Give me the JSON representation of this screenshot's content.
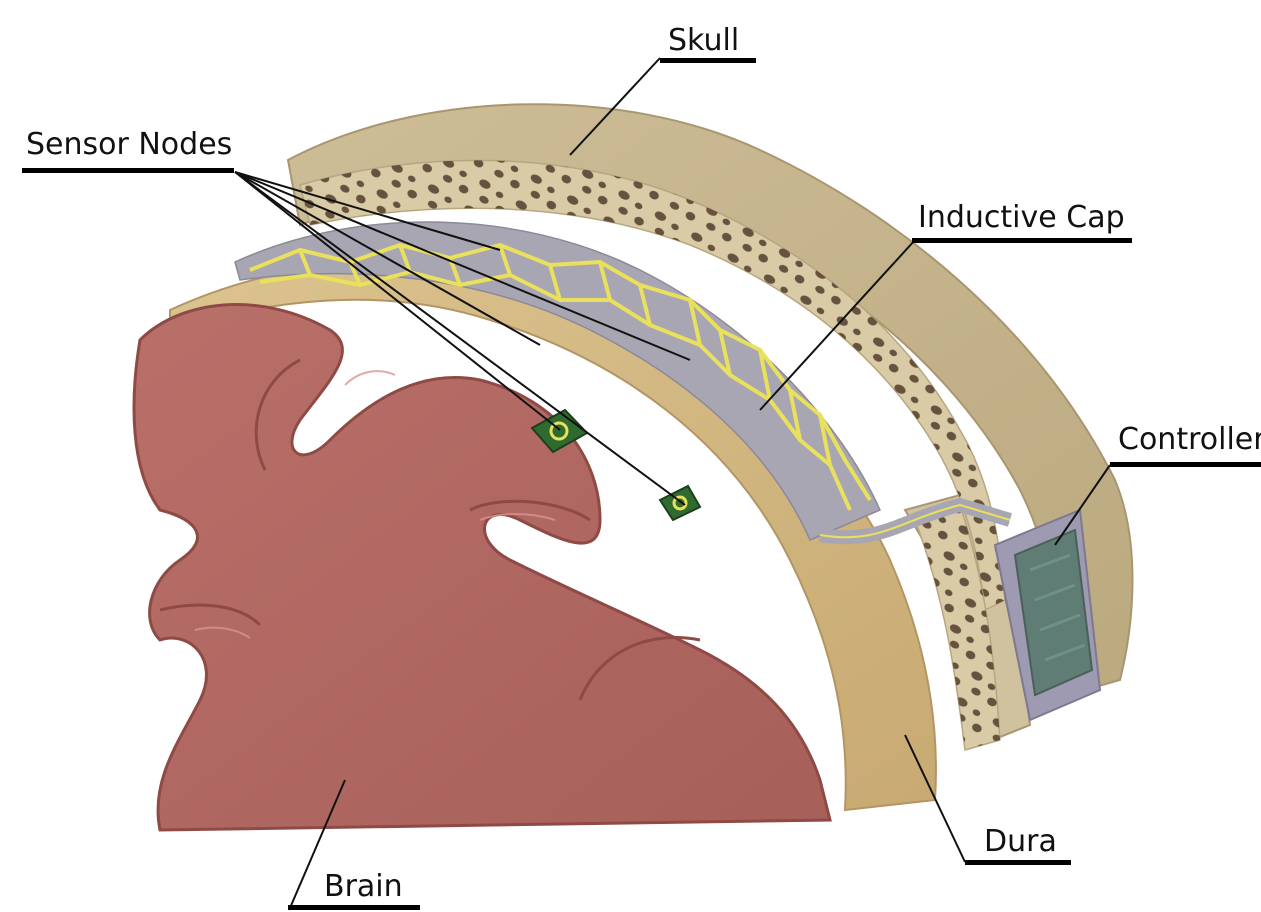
{
  "labels": {
    "skull": "Skull",
    "sensor_nodes": "Sensor Nodes",
    "inductive_cap": "Inductive Cap",
    "controller": "Controller",
    "dura": "Dura",
    "brain": "Brain"
  },
  "colors": {
    "skull": "#c7b790",
    "skull_inner": "#bfae85",
    "skull_pores": "#5a4333",
    "dura": "#dcc28d",
    "brain": "#b66c66",
    "brain_dark": "#8f4a46",
    "brain_highlight": "#d9958e",
    "cap_gray": "#a8a5b2",
    "cap_traces": "#e8e05a",
    "controller_frame": "#9d9ab2",
    "controller_screen": "#5f7d74",
    "sensor_chip": "#2f6b2f",
    "leader_lines": "#111111"
  }
}
